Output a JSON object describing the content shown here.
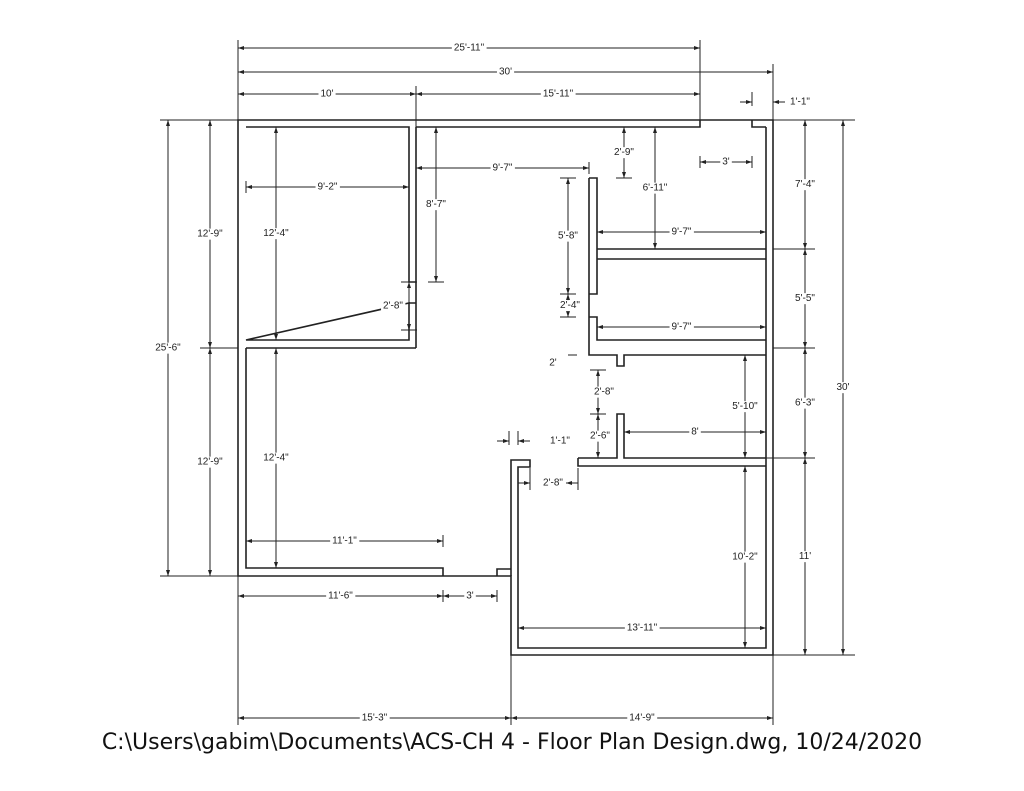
{
  "caption": "C:\\Users\\gabim\\Documents\\ACS-CH 4 - Floor Plan Design.dwg, 10/24/2020",
  "dimensions": {
    "horizontal": [
      "25'-11\"",
      "30'",
      "10'",
      "15'-11\"",
      "1'-1\"",
      "9'-2\"",
      "9'-7\"",
      "3'",
      "9'-7\"",
      "9'-7\"",
      "8'",
      "11'-1\"",
      "11'-6\"",
      "3'",
      "13'-11\"",
      "15'-3\"",
      "14'-9\"",
      "1'-1\"",
      "2'-8\"",
      "2'"
    ],
    "vertical": [
      "12'-9\"",
      "12'-9\"",
      "25'-6\"",
      "12'-4\"",
      "12'-4\"",
      "8'-7\"",
      "2'-8\"",
      "2'-9\"",
      "6'-11\"",
      "5'-8\"",
      "2'-4\"",
      "2'-8\"",
      "2'-6\"",
      "5'-10\"",
      "10'-2\"",
      "7'-4\"",
      "5'-5\"",
      "6'-3\"",
      "11'",
      "30'"
    ]
  }
}
